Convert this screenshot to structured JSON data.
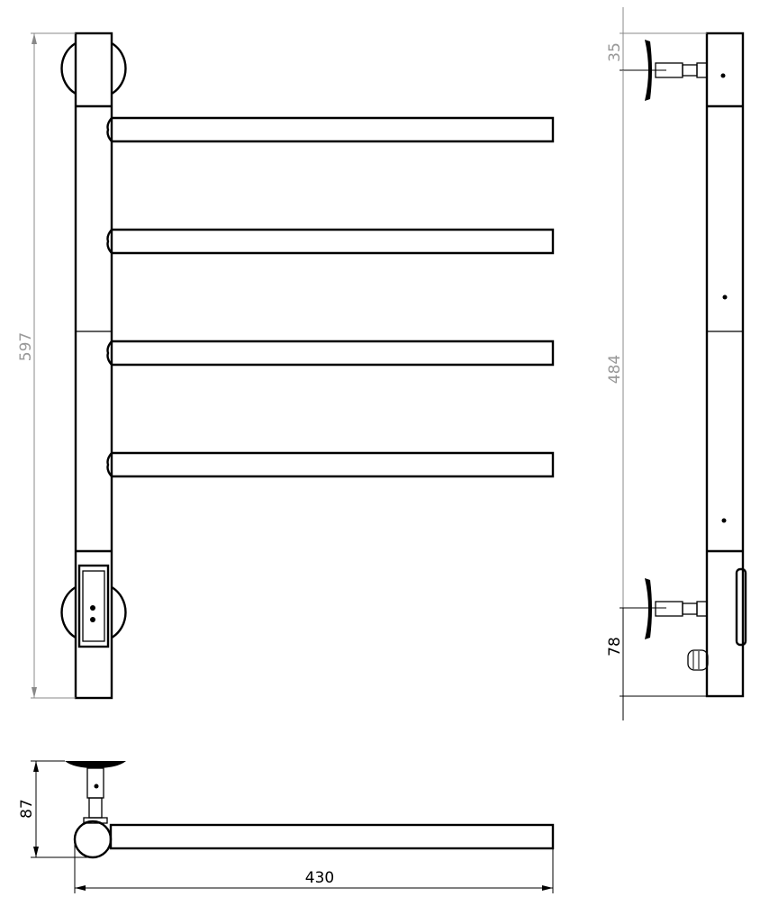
{
  "dimensions": {
    "overall_height": "597",
    "top_bracket_offset": "35",
    "bracket_spacing": "484",
    "bottom_bracket_offset": "78",
    "depth": "87",
    "width": "430"
  },
  "colors": {
    "line": "#000000",
    "dimension": "#888888"
  }
}
